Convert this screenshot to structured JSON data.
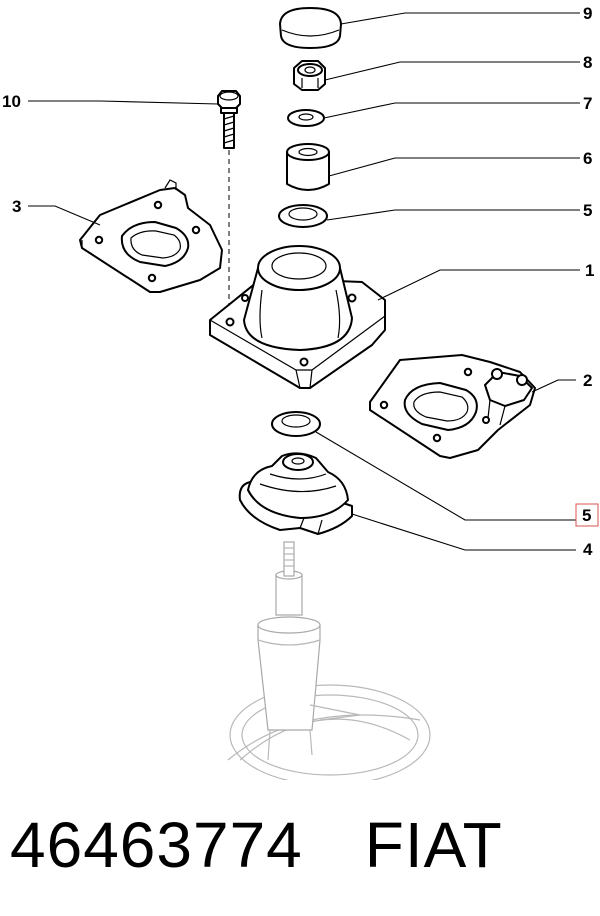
{
  "callouts": [
    {
      "id": "9",
      "label": "9"
    },
    {
      "id": "8",
      "label": "8"
    },
    {
      "id": "7",
      "label": "7"
    },
    {
      "id": "10",
      "label": "10"
    },
    {
      "id": "6",
      "label": "6"
    },
    {
      "id": "3",
      "label": "3"
    },
    {
      "id": "5a",
      "label": "5"
    },
    {
      "id": "1",
      "label": "1"
    },
    {
      "id": "2",
      "label": "2"
    },
    {
      "id": "5b",
      "label": "5",
      "highlighted": true
    },
    {
      "id": "4",
      "label": "4"
    }
  ],
  "caption": {
    "part_number": "46463774",
    "brand": "FIAT"
  },
  "colors": {
    "ink": "#000000",
    "ghost": "#b9b9b9",
    "highlight_box": "#d9534f"
  }
}
